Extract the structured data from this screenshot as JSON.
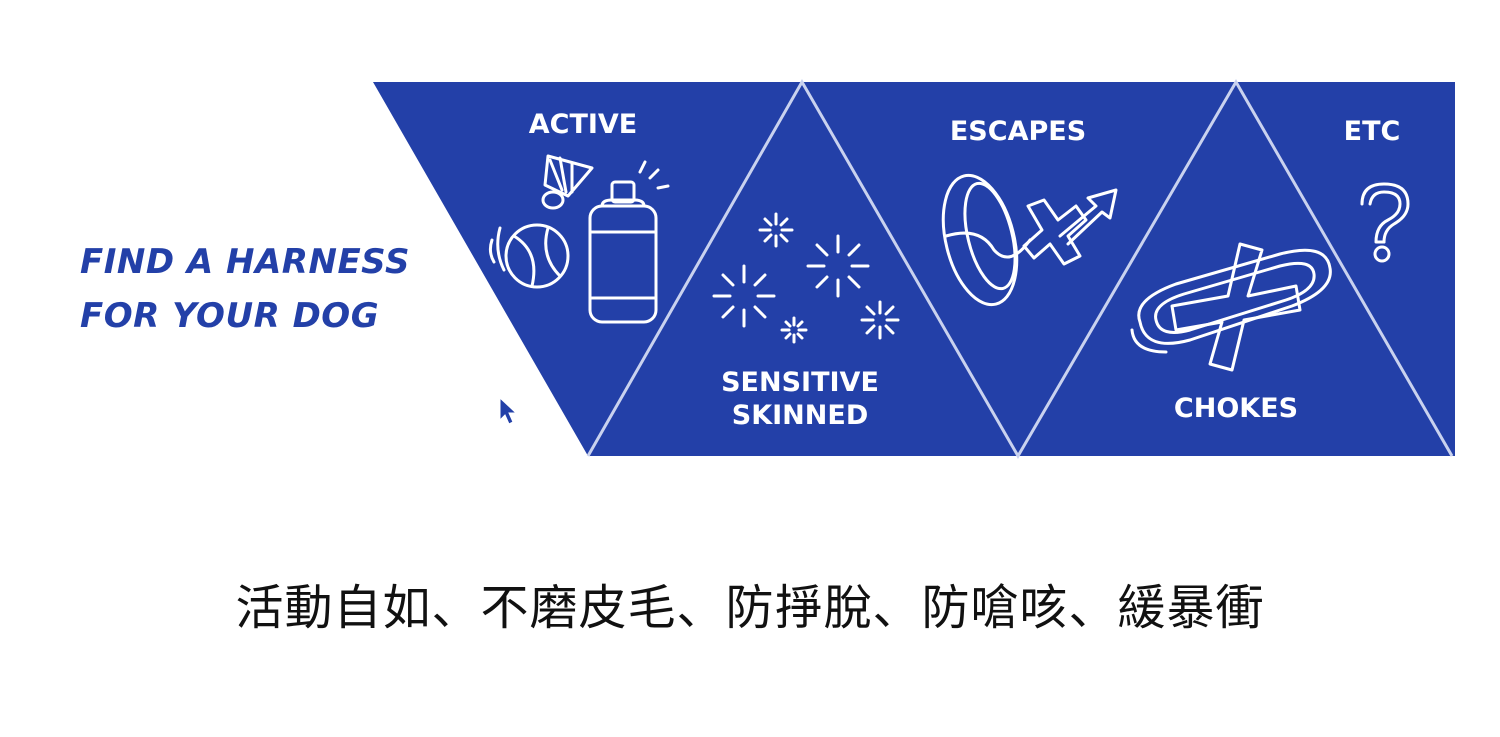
{
  "headline": {
    "line1": "FIND A HARNESS",
    "line2": "FOR YOUR DOG"
  },
  "panels": [
    {
      "label": "ACTIVE",
      "icon": "sports-icon"
    },
    {
      "label_lines": [
        "SENSITIVE",
        "SKINNED"
      ],
      "icon": "sparkle-icon"
    },
    {
      "label": "ESCAPES",
      "icon": "escape-icon"
    },
    {
      "label": "CHOKES",
      "icon": "choke-collar-icon"
    },
    {
      "label": "ETC",
      "icon": "question-icon"
    }
  ],
  "subtitle": "活動自如、不磨皮毛、防掙脫、防嗆咳、緩暴衝",
  "colors": {
    "banner_blue": "#2340a8",
    "divider": "#c9d2ef",
    "text_dark": "#111111"
  }
}
